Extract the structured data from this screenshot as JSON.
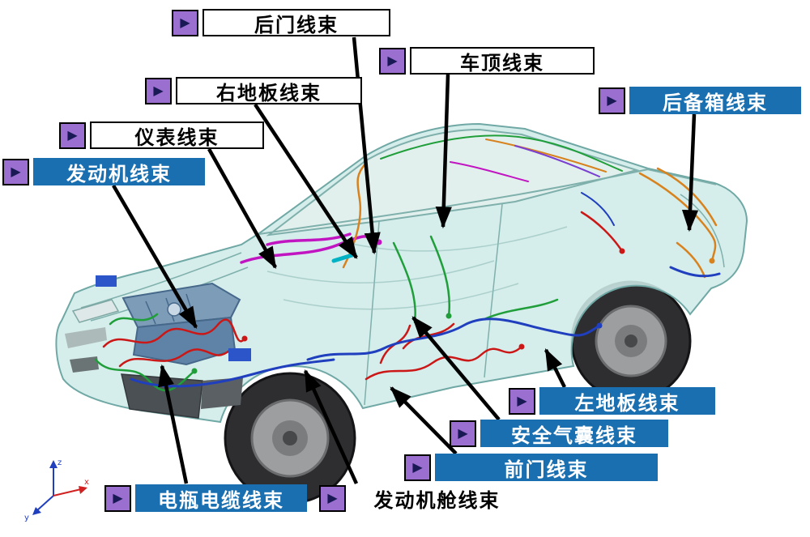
{
  "icons": {
    "callout_marker": {
      "name": "triangle-right-icon",
      "glyph": "▶"
    }
  },
  "labels": [
    {
      "text": "后门线束",
      "style": "white"
    },
    {
      "text": "车顶线束",
      "style": "white"
    },
    {
      "text": "右地板线束",
      "style": "white"
    },
    {
      "text": "仪表线束",
      "style": "white"
    },
    {
      "text": "发动机线束",
      "style": "blue"
    },
    {
      "text": "后备箱线束",
      "style": "blue"
    },
    {
      "text": "左地板线束",
      "style": "blue"
    },
    {
      "text": "安全气囊线束",
      "style": "blue"
    },
    {
      "text": "前门线束",
      "style": "blue"
    },
    {
      "text": "电瓶电缆线束",
      "style": "blue"
    },
    {
      "text": "发动机舱线束",
      "style": "plain"
    }
  ],
  "axis": {
    "x": "x",
    "y": "y",
    "z": "z"
  },
  "colors": {
    "callout_blue": "#1a6fb0",
    "icon_purple": "#9a6fd0",
    "icon_triangle": "#191955",
    "arrow_black": "#000000",
    "car_body_teal": "#cfeae8",
    "harness_red": "#cc1717",
    "harness_green": "#1f9e3a",
    "harness_magenta": "#c215c2",
    "harness_orange": "#d8821e",
    "harness_blue": "#1f3fbf"
  }
}
